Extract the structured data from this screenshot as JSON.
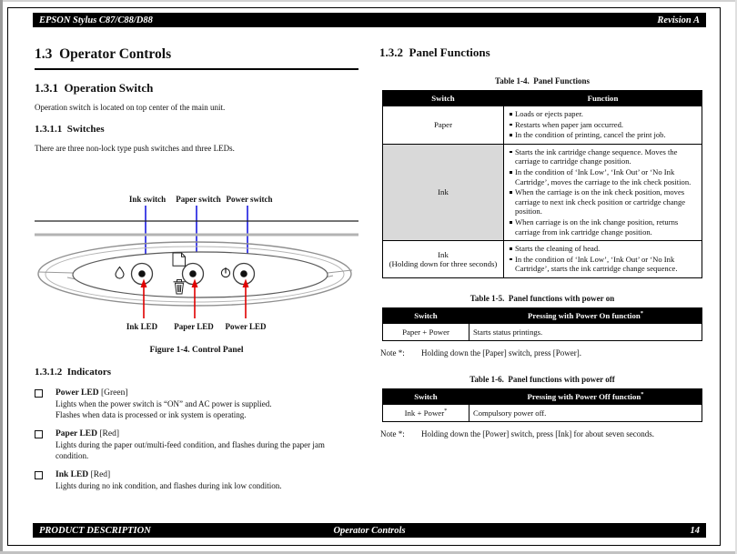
{
  "header": {
    "title_left": "EPSON Stylus C87/C88/D88",
    "title_right": "Revision A"
  },
  "left": {
    "s13": "1.3  Operator Controls",
    "s131": "1.3.1  Operation Switch",
    "p131": "Operation switch is located on top center of the main unit.",
    "s1311": "1.3.1.1  Switches",
    "p1311": "There are three non-lock type push switches and three LEDs.",
    "s1312": "1.3.1.2  Indicators",
    "indicators": [
      {
        "name": "Power LED",
        "tag": "[Green]",
        "line1": "Lights when the power switch is “ON” and AC power is supplied.",
        "line2": "Flashes when data is processed or ink system is operating."
      },
      {
        "name": "Paper LED",
        "tag": "[Red]",
        "line1": "Lights during the paper out/multi-feed condition, and flashes during the paper jam condition."
      },
      {
        "name": "Ink LED",
        "tag": "[Red]",
        "line1": "Lights during no ink condition, and flashes during ink low condition."
      }
    ]
  },
  "fig": {
    "switch_labels": [
      "Ink switch",
      "Paper switch",
      "Power switch"
    ],
    "led_labels": [
      "Ink LED",
      "Paper LED",
      "Power LED"
    ],
    "caption": "Figure 1-4. Control Panel",
    "colors": {
      "switch_arrow": "#1a1ae0",
      "led_arrow": "#e00000"
    }
  },
  "right": {
    "s132": "1.3.2  Panel Functions",
    "t14": {
      "caption": "Table 1-4.  Panel Functions",
      "col1": "Switch",
      "col2": "Function",
      "rows": [
        {
          "sw": "Paper",
          "f": [
            "Loads or ejects paper.",
            "Restarts when paper jam occurred.",
            "In the condition of printing, cancel the print job."
          ]
        },
        {
          "sw": "Ink",
          "f": [
            "Starts the ink cartridge change sequence. Moves the carriage to cartridge change position.",
            "In the condition of ‘Ink Low’, ‘Ink Out’ or ‘No Ink Cartridge’, moves the carriage to the ink check position.",
            "When the carriage is on the ink check position, moves carriage to next ink check position or cartridge change position.",
            "When carriage is on the ink change position, returns carriage from ink cartridge change position."
          ]
        },
        {
          "sw1": "Ink",
          "sw2": "(Holding down for three seconds)",
          "f": [
            "Starts the cleaning of head.",
            "In the condition of ‘Ink Low’, ‘Ink Out’ or ‘No Ink Cartridge’, starts the ink cartridge change sequence."
          ]
        }
      ]
    },
    "t15": {
      "caption": "Table 1-5.  Panel functions with power on",
      "col1": "Switch",
      "col2": "Pressing with Power On function",
      "col2_sup": "*",
      "row_sw": "Paper + Power",
      "row_f": "Starts status printings.",
      "note_label": "Note *:",
      "note_text": "Holding down the [Paper] switch, press [Power]."
    },
    "t16": {
      "caption": "Table 1-6.  Panel functions with power off",
      "col1": "Switch",
      "col2": "Pressing with Power Off function",
      "col2_sup": "*",
      "row_sw": "Ink + Power",
      "row_sw_sup": "*",
      "row_f": "Compulsory power off.",
      "note_label": "Note *:",
      "note_text": "Holding down the [Power] switch, press [Ink] for about seven seconds."
    }
  },
  "footer": {
    "left": "PRODUCT DESCRIPTION",
    "center": "Operator Controls",
    "page": "14"
  }
}
